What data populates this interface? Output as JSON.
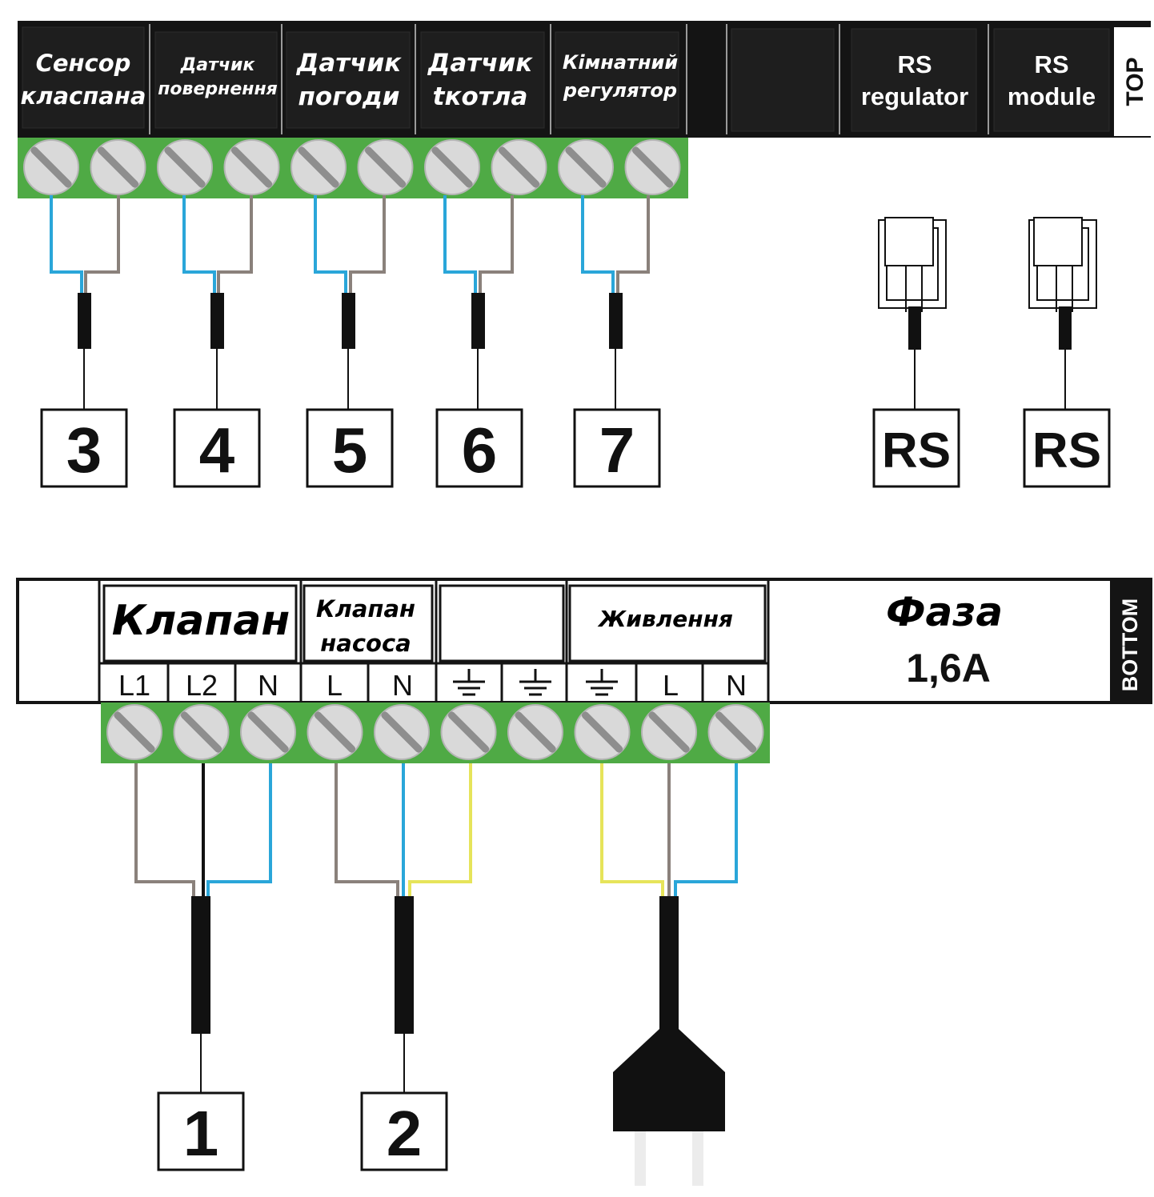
{
  "top_block": {
    "side_label": "TOP",
    "sensor_labels": [
      [
        "Сенсор",
        "клaспана"
      ],
      [
        "Датчик",
        "повернення"
      ],
      [
        "Датчик",
        "погоди"
      ],
      [
        "Датчик",
        "tкотла"
      ],
      [
        "Кімнатний",
        "регулятор"
      ]
    ],
    "rs_labels": [
      [
        "RS",
        "regulator"
      ],
      [
        "RS",
        "module"
      ]
    ],
    "sensor_numbers": [
      "3",
      "4",
      "5",
      "6",
      "7"
    ],
    "rs_numbers": [
      "RS",
      "RS"
    ]
  },
  "bottom_block": {
    "side_label": "BOTTOM",
    "group_klapan": "Клапан",
    "group_klapan_nasosa": [
      "Клапан",
      "насоса"
    ],
    "group_zhyvlennia": "Живлення",
    "phase": "Фаза",
    "fuse": "1,6A",
    "terminals": [
      "L1",
      "L2",
      "N",
      "L",
      "N",
      "earth",
      "earth",
      "earth",
      "L",
      "N"
    ],
    "output_numbers": [
      "1",
      "2"
    ]
  },
  "colors": {
    "terminal_green": "#4faa45",
    "screw_grey": "#d9d9d9",
    "wire_blue": "#2aa6d9",
    "wire_brown": "#8a817b",
    "wire_yellow": "#e6e45a",
    "wire_black": "#111111",
    "panel_black": "#141414"
  }
}
